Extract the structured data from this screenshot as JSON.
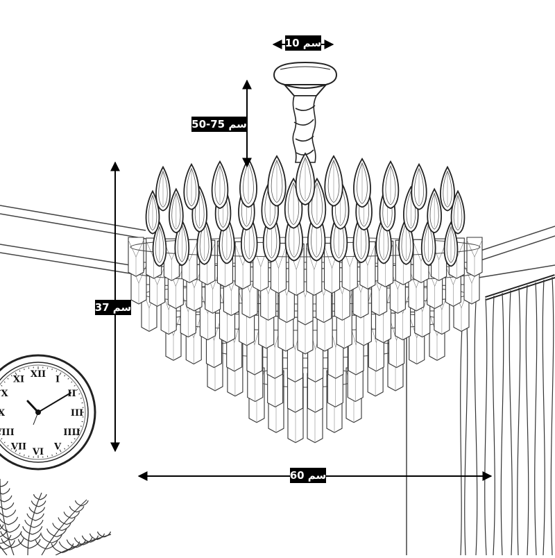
{
  "dimensions": {
    "top_width": "10 سم",
    "chain_length": "50-75 سم",
    "height": "37 سم",
    "diameter": "60 سم"
  },
  "clock": {
    "numerals": [
      "XII",
      "I",
      "II",
      "III",
      "IIII",
      "V",
      "VI",
      "VII",
      "VIII",
      "IX",
      "X",
      "XI"
    ]
  }
}
